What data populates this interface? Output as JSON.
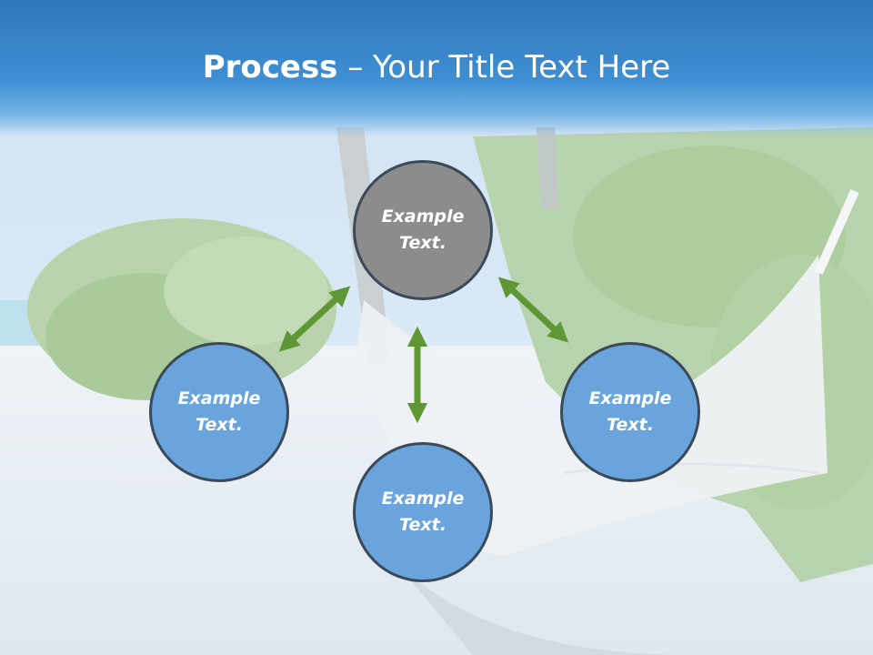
{
  "slide": {
    "title_bold": "Process",
    "title_rest": " – Your Title Text Here",
    "colors": {
      "title_band": "#3f8fd3",
      "circle_gray": "#8c8c8c",
      "circle_blue": "#6aa4dc",
      "arrow_green": "#5e9733"
    },
    "circles": {
      "top": "Example\nText.",
      "left": "Example\nText.",
      "right": "Example\nText.",
      "bottom": "Example\nText."
    }
  }
}
